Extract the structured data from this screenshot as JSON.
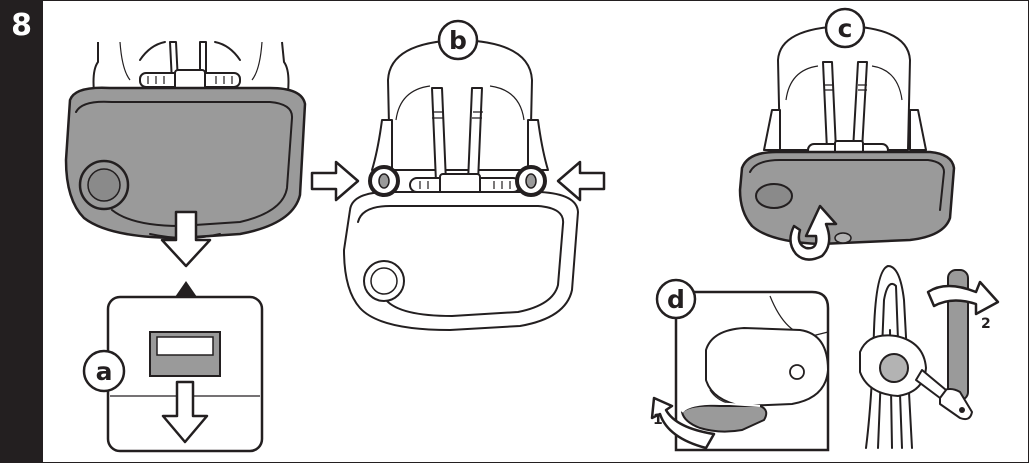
{
  "step": {
    "number": "8"
  },
  "labels": {
    "a": "a",
    "b": "b",
    "c": "c",
    "d": "d",
    "d_step1": "1",
    "d_step2": "2"
  },
  "colors": {
    "ink": "#231f20",
    "tray": "#9a9a9a",
    "tray_dark": "#6d6d6d",
    "paper": "#ffffff",
    "shade": "#b3b3b3"
  }
}
